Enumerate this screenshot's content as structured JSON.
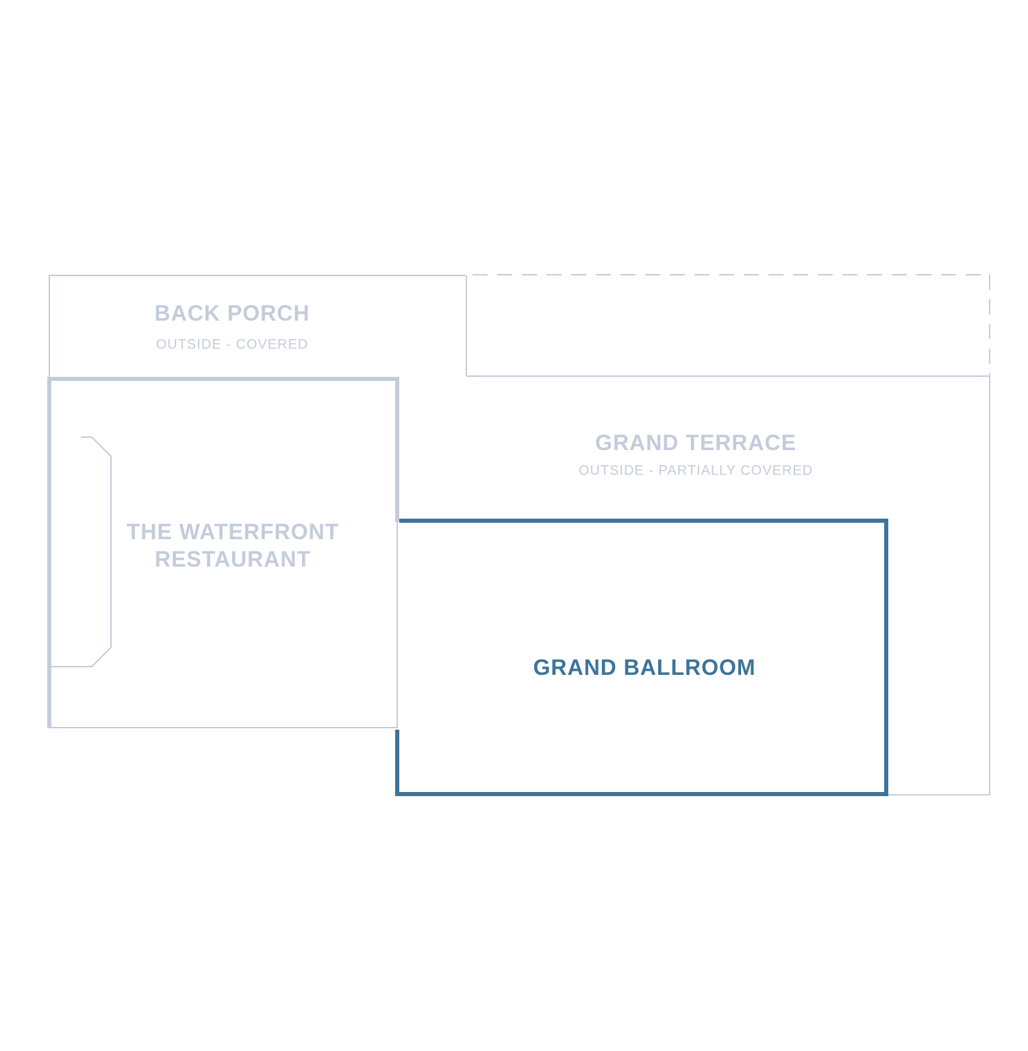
{
  "colors": {
    "muted": "#c4ccdb",
    "active": "#3d7499",
    "background": "#ffffff"
  },
  "rooms": {
    "back_porch": {
      "name": "BACK PORCH",
      "subtitle": "OUTSIDE - COVERED"
    },
    "grand_terrace": {
      "name": "GRAND TERRACE",
      "subtitle": "OUTSIDE - PARTIALLY COVERED"
    },
    "waterfront_restaurant": {
      "name_line1": "THE WATERFRONT",
      "name_line2": "RESTAURANT"
    },
    "grand_ballroom": {
      "name": "GRAND BALLROOM",
      "selected": true
    }
  }
}
